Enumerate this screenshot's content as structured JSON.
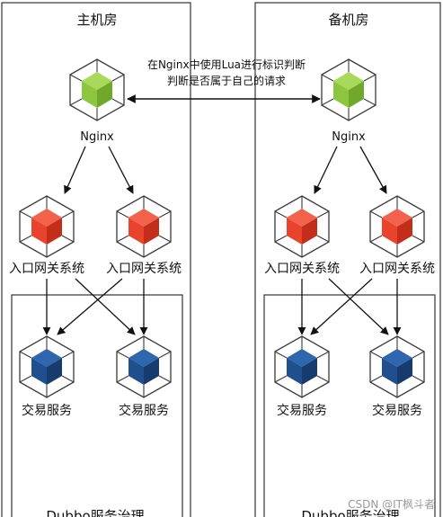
{
  "rooms": {
    "primary": {
      "title": "主机房"
    },
    "backup": {
      "title": "备机房"
    }
  },
  "annotation": {
    "line1": "在Nginx中使用Lua进行标识判断",
    "line2": "判断是否属于自己的请求"
  },
  "nodes": {
    "nginx_label": "Nginx",
    "gateway_label": "入口网关系统",
    "trade_label": "交易服务",
    "dubbo_label": "Dubbo服务治理"
  },
  "watermark": "CSDN @IT枫斗者",
  "colors": {
    "nginx": "#8cc63e",
    "gateway": "#e8432c",
    "trade": "#1f4f8e",
    "frame": "#333333",
    "arrow": "#111111"
  },
  "icons": {
    "nginx": "green-cube-icon",
    "gateway": "red-cube-icon",
    "trade": "blue-cube-icon"
  }
}
